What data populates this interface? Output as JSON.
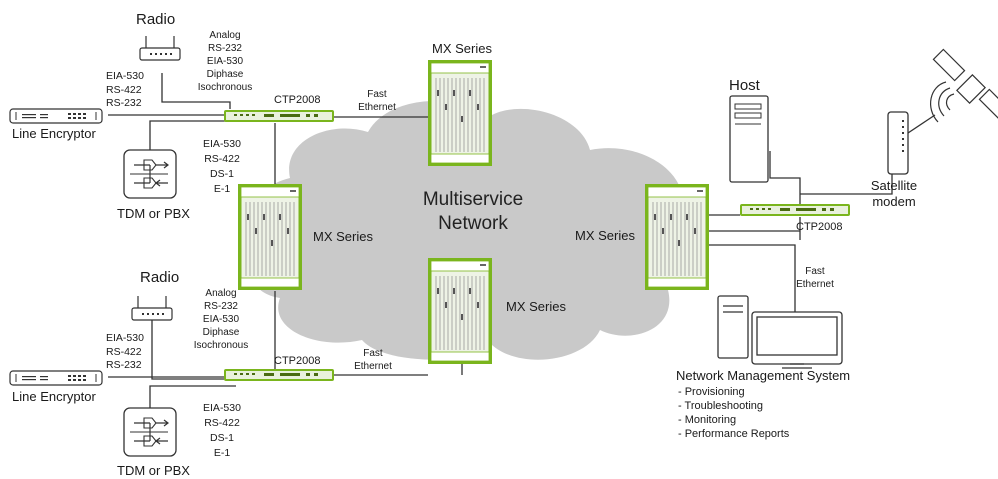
{
  "cloud": {
    "line1": "Multiservice",
    "line2": "Network"
  },
  "mx_series": [
    "MX Series",
    "MX Series",
    "MX Series",
    "MX Series"
  ],
  "ctp": [
    "CTP2008",
    "CTP2008",
    "CTP2008"
  ],
  "top_left": {
    "radio": "Radio",
    "radio_protocols": [
      "Analog",
      "RS-232",
      "EIA-530",
      "Diphase",
      "Isochronous"
    ],
    "encryptor_protocols": [
      "EIA-530",
      "RS-422",
      "RS-232"
    ],
    "encryptor": "Line Encryptor",
    "tdm_protocols": [
      "EIA-530",
      "RS-422",
      "DS-1",
      "E-1"
    ],
    "tdm": "TDM or PBX",
    "link": [
      "Fast",
      "Ethernet"
    ]
  },
  "bottom_left": {
    "radio": "Radio",
    "radio_protocols": [
      "Analog",
      "RS-232",
      "EIA-530",
      "Diphase",
      "Isochronous"
    ],
    "encryptor_protocols": [
      "EIA-530",
      "RS-422",
      "RS-232"
    ],
    "encryptor": "Line Encryptor",
    "tdm_protocols": [
      "EIA-530",
      "RS-422",
      "DS-1",
      "E-1"
    ],
    "tdm": "TDM or PBX",
    "link": [
      "Fast",
      "Ethernet"
    ]
  },
  "right": {
    "host": "Host",
    "satellite": [
      "Satellite",
      "modem"
    ],
    "link": [
      "Fast",
      "Ethernet"
    ],
    "nms_title": "Network Management System",
    "nms_items": [
      "- Provisioning",
      "- Troubleshooting",
      "- Monitoring",
      "- Performance Reports"
    ]
  },
  "colors": {
    "cloud": "#c9c9c9",
    "device_green": "#7ab51d",
    "line": "#333333"
  }
}
